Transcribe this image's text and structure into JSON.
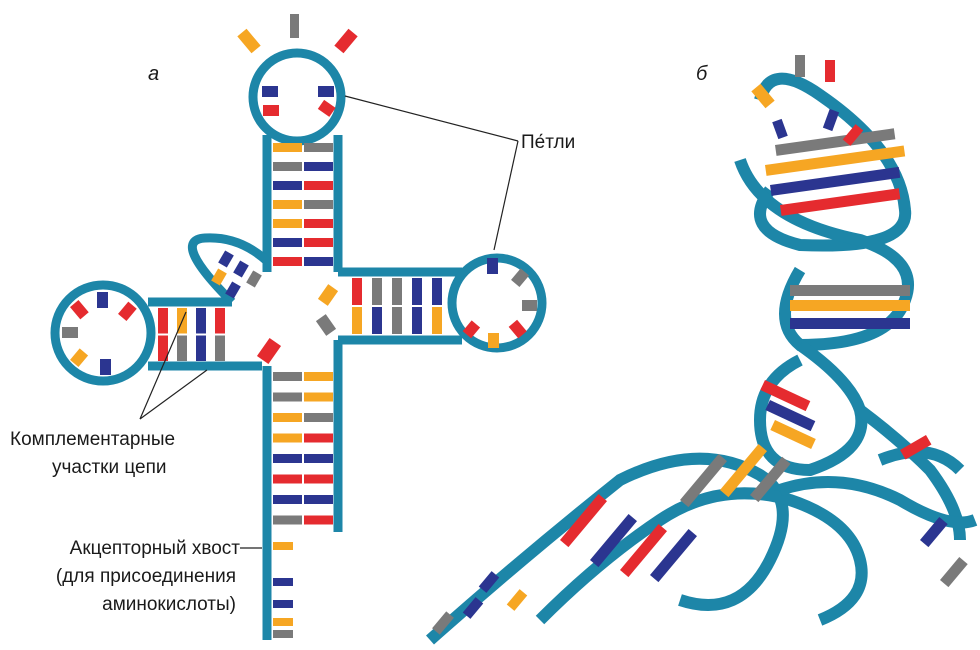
{
  "panels": {
    "a": "а",
    "b": "б"
  },
  "labels": {
    "loops": "Пе́тли",
    "complementary_line1": "Комплементарные",
    "complementary_line2": "участки цепи",
    "acceptor_line1": "Акцепторный хвост",
    "acceptor_line2": "(для присоединения",
    "acceptor_line3": "аминокислоты)"
  },
  "colors": {
    "backbone": "#1d86a8",
    "base_blue": "#2b3590",
    "base_red": "#e52b2f",
    "base_orange": "#f6a623",
    "base_gray": "#7a7a7a",
    "leader_line": "#222222"
  }
}
